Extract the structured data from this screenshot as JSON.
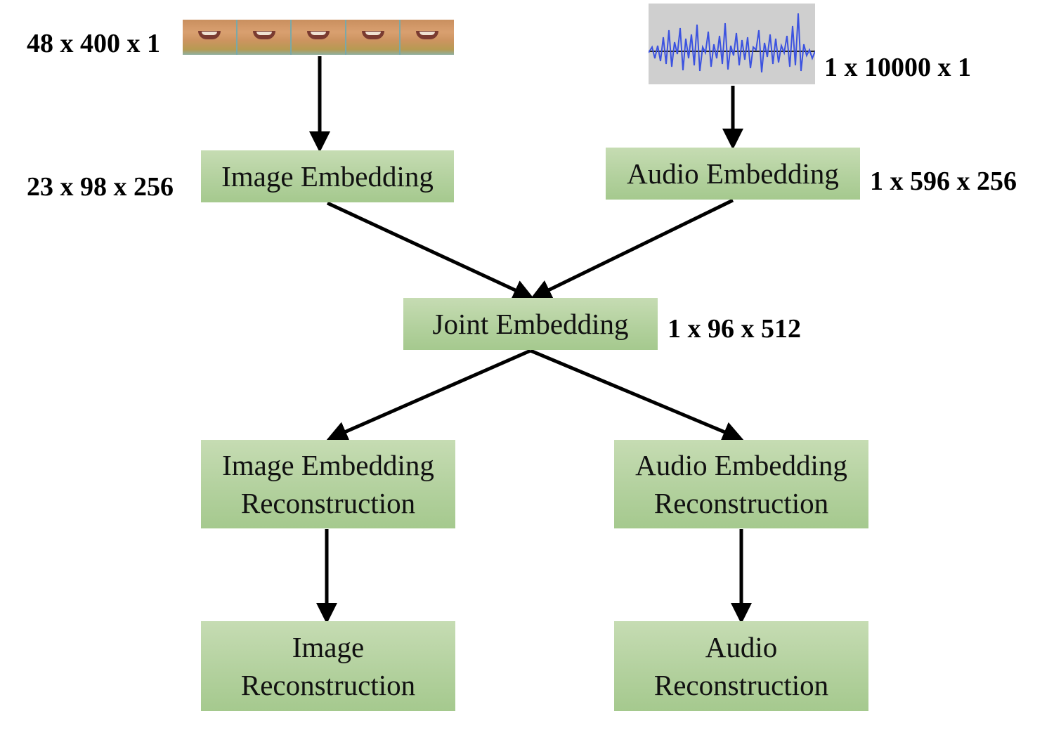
{
  "diagram": {
    "nodes": {
      "image_embedding": {
        "label": "Image Embedding"
      },
      "audio_embedding": {
        "label": "Audio Embedding"
      },
      "joint_embedding": {
        "label": "Joint Embedding"
      },
      "image_embedding_reconstruction": {
        "line1": "Image Embedding",
        "line2": "Reconstruction"
      },
      "audio_embedding_reconstruction": {
        "line1": "Audio Embedding",
        "line2": "Reconstruction"
      },
      "image_reconstruction": {
        "line1": "Image",
        "line2": "Reconstruction"
      },
      "audio_reconstruction": {
        "line1": "Audio",
        "line2": "Reconstruction"
      }
    },
    "dimensions": {
      "image_input": "48 x 400 x 1",
      "audio_input": "1 x 10000 x 1",
      "image_embedding": "23 x 98 x 256",
      "audio_embedding": "1 x 596 x 256",
      "joint_embedding": "1 x 96 x 512"
    },
    "edges": [
      {
        "from": "image_input",
        "to": "image_embedding"
      },
      {
        "from": "audio_input",
        "to": "audio_embedding"
      },
      {
        "from": "image_embedding",
        "to": "joint_embedding"
      },
      {
        "from": "audio_embedding",
        "to": "joint_embedding"
      },
      {
        "from": "joint_embedding",
        "to": "image_embedding_reconstruction"
      },
      {
        "from": "joint_embedding",
        "to": "audio_embedding_reconstruction"
      },
      {
        "from": "image_embedding_reconstruction",
        "to": "image_reconstruction"
      },
      {
        "from": "audio_embedding_reconstruction",
        "to": "audio_reconstruction"
      }
    ],
    "colors": {
      "box_fill": "#b3d19e",
      "arrow": "#000000",
      "waveform_line": "#3b52e0",
      "waveform_bg": "#cfcfcf"
    }
  }
}
